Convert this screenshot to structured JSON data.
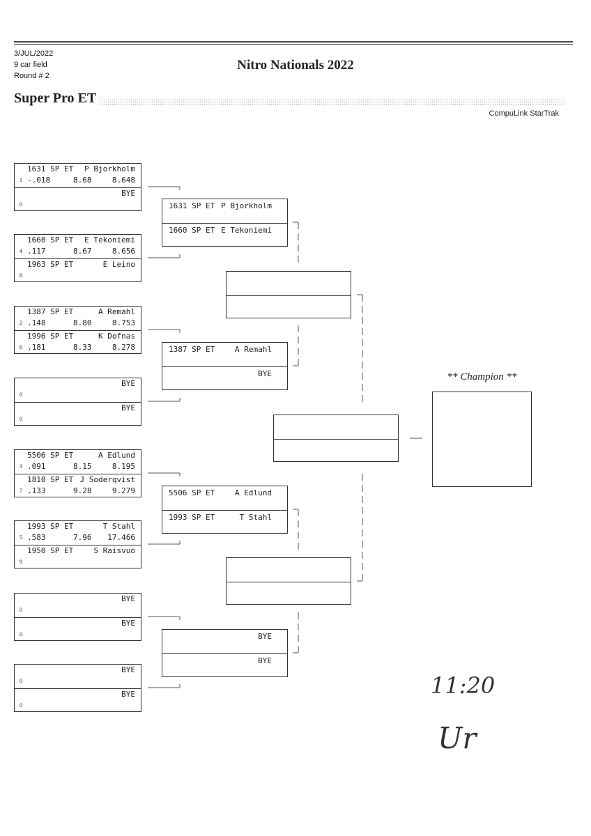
{
  "header": {
    "date": "3/JUL/2022",
    "field": "9 car field",
    "round": "Round # 2",
    "title": "Nitro Nationals 2022",
    "class": "Super Pro ET",
    "vendor": "CompuLink StarTrak"
  },
  "round1": [
    {
      "top": {
        "car": "1631 SP ET",
        "name": "P Bjorkholm",
        "seed": "1",
        "rt": "-.018",
        "dial": "8.68",
        "et": "8.648"
      },
      "bottom": {
        "car": "",
        "name": "BYE",
        "seed": "0",
        "rt": "",
        "dial": "",
        "et": ""
      }
    },
    {
      "top": {
        "car": "1660 SP ET",
        "name": "E Tekoniemi",
        "seed": "4",
        "rt": ".117",
        "dial": "8.67",
        "et": "8.656"
      },
      "bottom": {
        "car": "1963 SP ET",
        "name": "E Leino",
        "seed": "8",
        "rt": "",
        "dial": "",
        "et": ""
      }
    },
    {
      "top": {
        "car": "1387 SP ET",
        "name": "A Remahl",
        "seed": "2",
        "rt": ".148",
        "dial": "8.80",
        "et": "8.753"
      },
      "bottom": {
        "car": "1996 SP ET",
        "name": "K Dofnas",
        "seed": "6",
        "rt": ".181",
        "dial": "8.33",
        "et": "8.278"
      }
    },
    {
      "top": {
        "car": "",
        "name": "BYE",
        "seed": "0",
        "rt": "",
        "dial": "",
        "et": ""
      },
      "bottom": {
        "car": "",
        "name": "BYE",
        "seed": "0",
        "rt": "",
        "dial": "",
        "et": ""
      }
    },
    {
      "top": {
        "car": "5506 SP ET",
        "name": "A Edlund",
        "seed": "3",
        "rt": ".091",
        "dial": "8.15",
        "et": "8.195"
      },
      "bottom": {
        "car": "1810 SP ET",
        "name": "J Soderqvist",
        "seed": "7",
        "rt": ".133",
        "dial": "9.28",
        "et": "9.279"
      }
    },
    {
      "top": {
        "car": "1993 SP ET",
        "name": "T Stahl",
        "seed": "5",
        "rt": ".583",
        "dial": "7.96",
        "et": "17.466"
      },
      "bottom": {
        "car": "1950 SP ET",
        "name": "S Raisvuo",
        "seed": "9",
        "rt": "",
        "dial": "",
        "et": ""
      }
    },
    {
      "top": {
        "car": "",
        "name": "BYE",
        "seed": "0",
        "rt": "",
        "dial": "",
        "et": ""
      },
      "bottom": {
        "car": "",
        "name": "BYE",
        "seed": "0",
        "rt": "",
        "dial": "",
        "et": ""
      }
    },
    {
      "top": {
        "car": "",
        "name": "BYE",
        "seed": "0",
        "rt": "",
        "dial": "",
        "et": ""
      },
      "bottom": {
        "car": "",
        "name": "BYE",
        "seed": "0",
        "rt": "",
        "dial": "",
        "et": ""
      }
    }
  ],
  "round2": [
    {
      "top": {
        "car": "1631 SP ET",
        "name": "P Bjorkholm"
      },
      "bottom": {
        "car": "1660 SP ET",
        "name": "E Tekoniemi"
      }
    },
    {
      "top": {
        "car": "1387 SP ET",
        "name": "A Remahl"
      },
      "bottom": {
        "car": "",
        "name": "BYE"
      }
    },
    {
      "top": {
        "car": "5506 SP ET",
        "name": "A Edlund"
      },
      "bottom": {
        "car": "1993 SP ET",
        "name": "T Stahl"
      }
    },
    {
      "top": {
        "car": "",
        "name": "BYE"
      },
      "bottom": {
        "car": "",
        "name": "BYE"
      }
    }
  ],
  "champion_label": "** Champion **",
  "handwritten": {
    "time": "11:20",
    "initials": "Ur"
  }
}
